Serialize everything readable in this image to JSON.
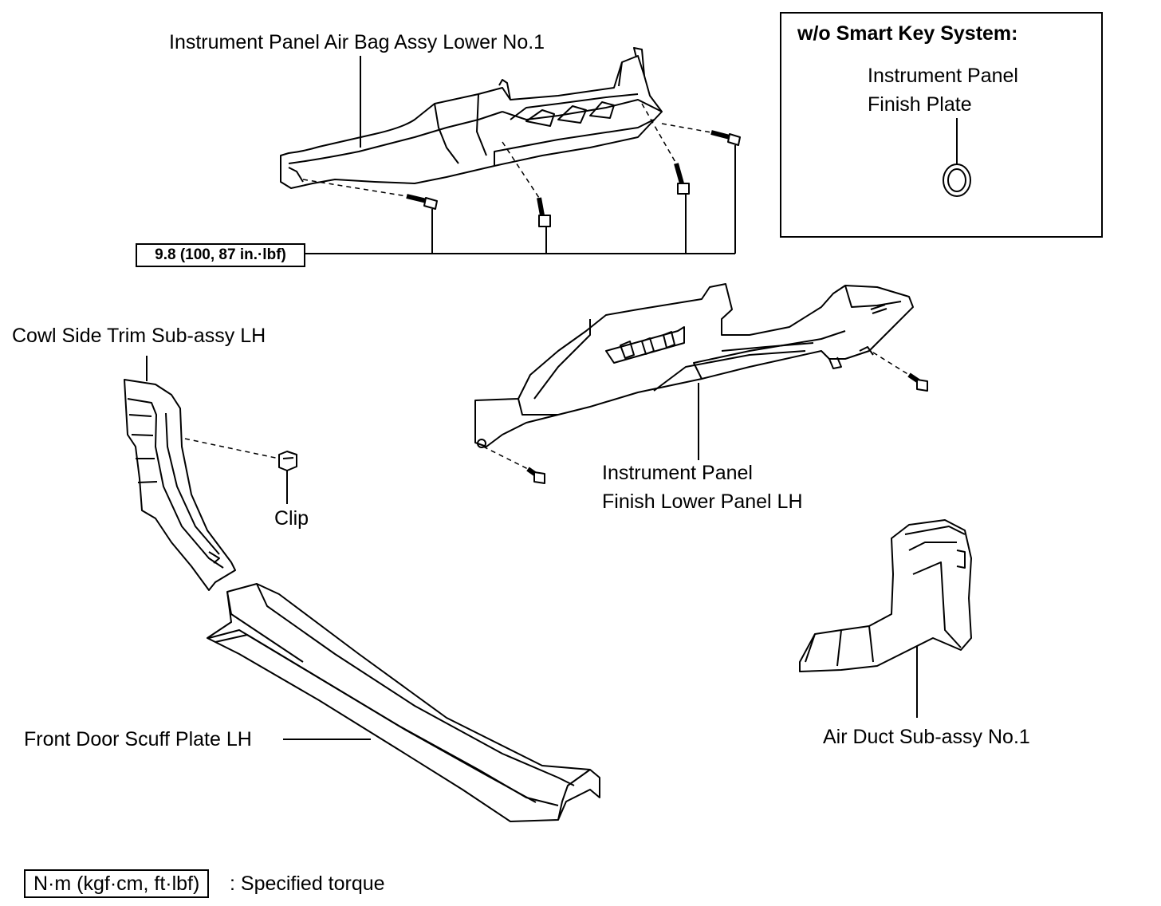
{
  "inset": {
    "title": "w/o Smart Key System:",
    "part_line1": "Instrument Panel",
    "part_line2": "Finish Plate"
  },
  "labels": {
    "airbag_lower": "Instrument Panel Air Bag Assy Lower No.1",
    "cowl_side_trim": "Cowl Side Trim Sub-assy LH",
    "clip": "Clip",
    "finish_lower_line1": "Instrument Panel",
    "finish_lower_line2": "Finish Lower Panel LH",
    "scuff_plate": "Front Door Scuff Plate LH",
    "air_duct": "Air Duct Sub-assy No.1"
  },
  "torque": {
    "value": "9.8 (100, 87 in.·lbf)"
  },
  "legend": {
    "unit_box": "N·m (kgf·cm, ft·lbf)",
    "description": ": Specified torque"
  }
}
